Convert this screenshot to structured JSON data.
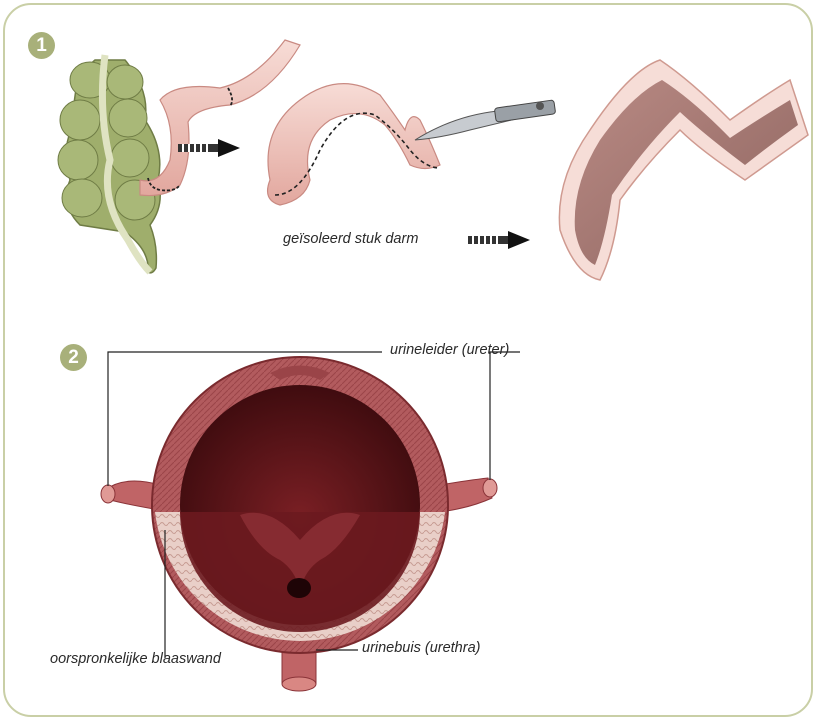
{
  "steps": {
    "one": "1",
    "two": "2"
  },
  "labels": {
    "isolated_bowel": "geïsoleerd stuk darm",
    "ureter": "urineleider (ureter)",
    "original_wall": "oorspronkelijke blaaswand",
    "urethra": "urinebuis (urethra)"
  },
  "colors": {
    "frame": "#c9cfa6",
    "badge": "#a8b07a",
    "colon": "#9aa96a",
    "bowel_pink": "#f0c6bf",
    "bladder_outer": "#b5565a",
    "bladder_inner": "#5a1519",
    "wall_pattern": "#e8c9c2"
  }
}
